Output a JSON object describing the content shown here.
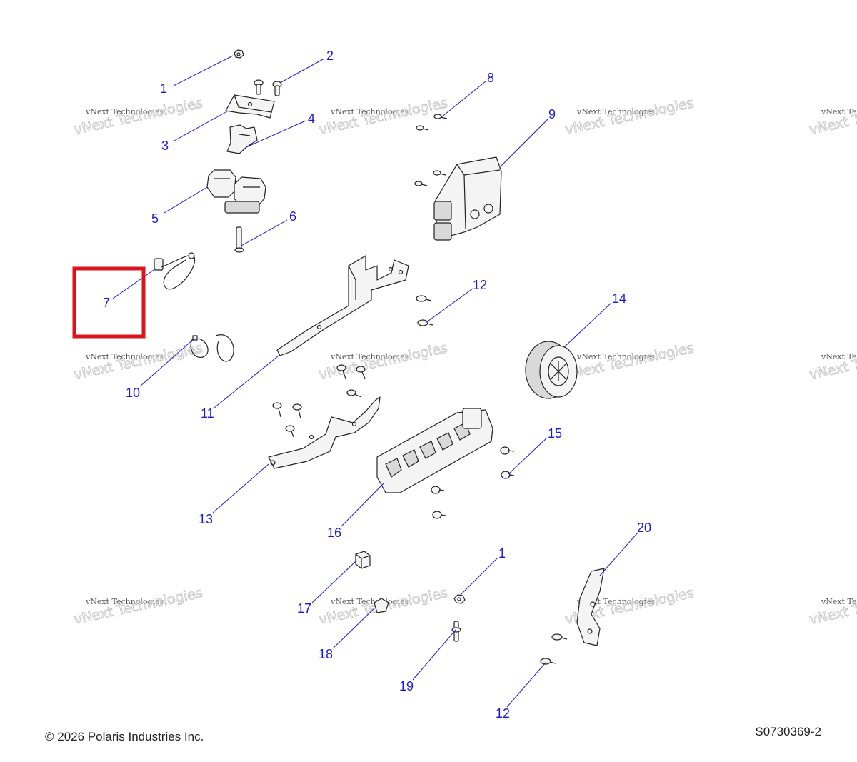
{
  "callouts": [
    {
      "id": "c1a",
      "label": "1"
    },
    {
      "id": "c2",
      "label": "2"
    },
    {
      "id": "c3",
      "label": "3"
    },
    {
      "id": "c4",
      "label": "4"
    },
    {
      "id": "c5",
      "label": "5"
    },
    {
      "id": "c6",
      "label": "6"
    },
    {
      "id": "c7",
      "label": "7"
    },
    {
      "id": "c8",
      "label": "8"
    },
    {
      "id": "c9",
      "label": "9"
    },
    {
      "id": "c10",
      "label": "10"
    },
    {
      "id": "c11",
      "label": "11"
    },
    {
      "id": "c12a",
      "label": "12"
    },
    {
      "id": "c13",
      "label": "13"
    },
    {
      "id": "c14",
      "label": "14"
    },
    {
      "id": "c15",
      "label": "15"
    },
    {
      "id": "c16",
      "label": "16"
    },
    {
      "id": "c17",
      "label": "17"
    },
    {
      "id": "c18",
      "label": "18"
    },
    {
      "id": "c1b",
      "label": "1"
    },
    {
      "id": "c19",
      "label": "19"
    },
    {
      "id": "c12b",
      "label": "12"
    },
    {
      "id": "c20",
      "label": "20"
    }
  ],
  "highlight": {
    "callout": "7",
    "color": "#d9151b"
  },
  "callout_color": "#1a1ad6",
  "watermark": {
    "line1": "vNext Technologies",
    "line2": "vNext Technologies"
  },
  "footer": {
    "copyright": "© 2026 Polaris Industries Inc.",
    "drawing_id": "S0730369-2"
  }
}
